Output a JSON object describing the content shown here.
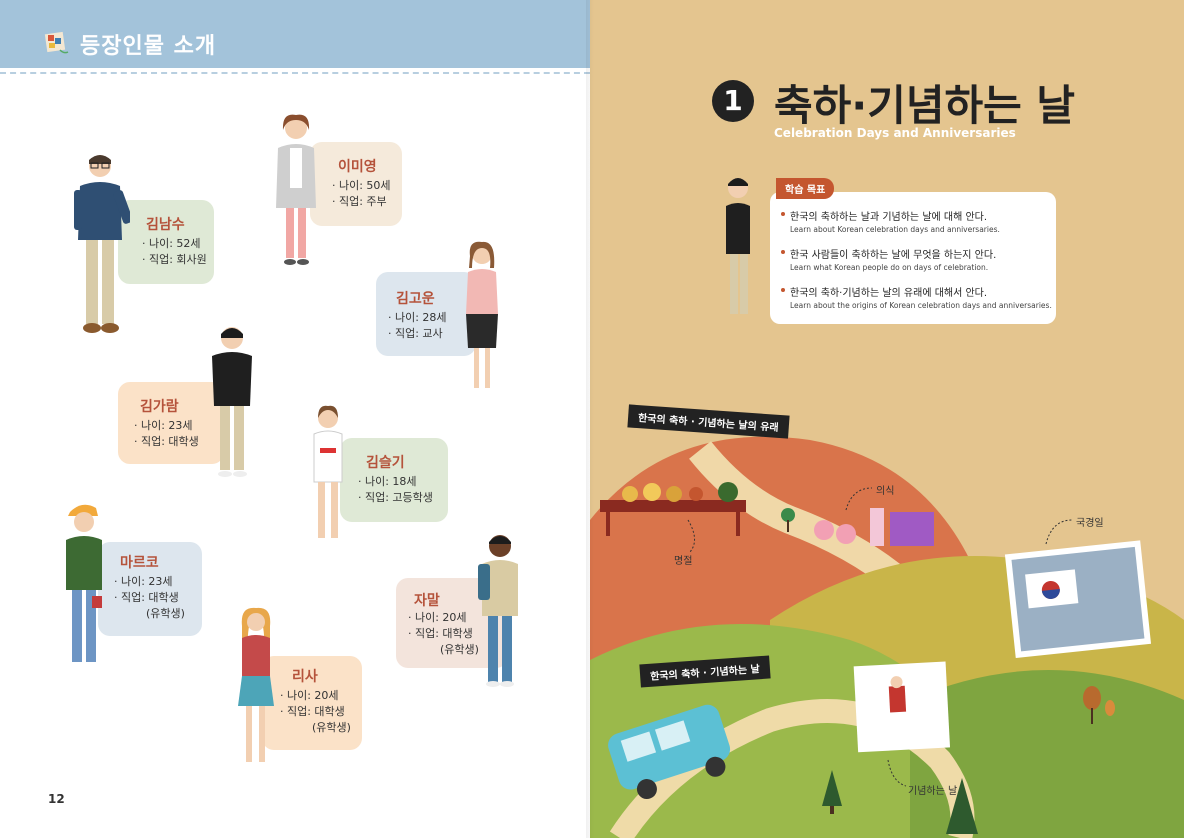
{
  "left": {
    "header_title": "등장인물 소개",
    "page_number": "12"
  },
  "characters": [
    {
      "name": "김남수",
      "age": "· 나이: 52세",
      "job": "· 직업: 회사원",
      "job2": ""
    },
    {
      "name": "이미영",
      "age": "· 나이: 50세",
      "job": "· 직업: 주부",
      "job2": ""
    },
    {
      "name": "김고운",
      "age": "· 나이: 28세",
      "job": "· 직업: 교사",
      "job2": ""
    },
    {
      "name": "김가람",
      "age": "· 나이: 23세",
      "job": "· 직업: 대학생",
      "job2": ""
    },
    {
      "name": "김슬기",
      "age": "· 나이: 18세",
      "job": "· 직업: 고등학생",
      "job2": ""
    },
    {
      "name": "마르코",
      "age": "· 나이: 23세",
      "job": "· 직업: 대학생",
      "job2": "(유학생)"
    },
    {
      "name": "자말",
      "age": "· 나이: 20세",
      "job": "· 직업: 대학생",
      "job2": "(유학생)"
    },
    {
      "name": "리사",
      "age": "· 나이: 20세",
      "job": "· 직업: 대학생",
      "job2": "(유학생)"
    }
  ],
  "right": {
    "chapter_number": "1",
    "chapter_title": "축하·기념하는 날",
    "chapter_subtitle": "Celebration Days and Anniversaries",
    "goal_tag": "학습 목표",
    "goals": [
      {
        "ko": "한국의 축하하는 날과 기념하는 날에 대해 안다.",
        "en": "Learn about Korean celebration days and anniversaries."
      },
      {
        "ko": "한국 사람들이 축하하는 날에 무엇을 하는지 안다.",
        "en": "Learn what Korean people do on days of celebration."
      },
      {
        "ko": "한국의 축하·기념하는 날의 유래에 대해서 안다.",
        "en": "Learn about the origins of Korean celebration days and anniversaries."
      }
    ],
    "sign_origins": "한국의 축하 · 기념하는 날의 유래",
    "sign_days": "한국의 축하 · 기념하는 날",
    "label_holiday": "명절",
    "label_rite": "의식",
    "label_national": "국경일",
    "label_memorial": "기념하는 날"
  },
  "colors": {
    "header_blue": "#a3c3da",
    "name_red": "#b5533b",
    "right_bg": "#e4c58f",
    "accent": "#c4562f"
  }
}
